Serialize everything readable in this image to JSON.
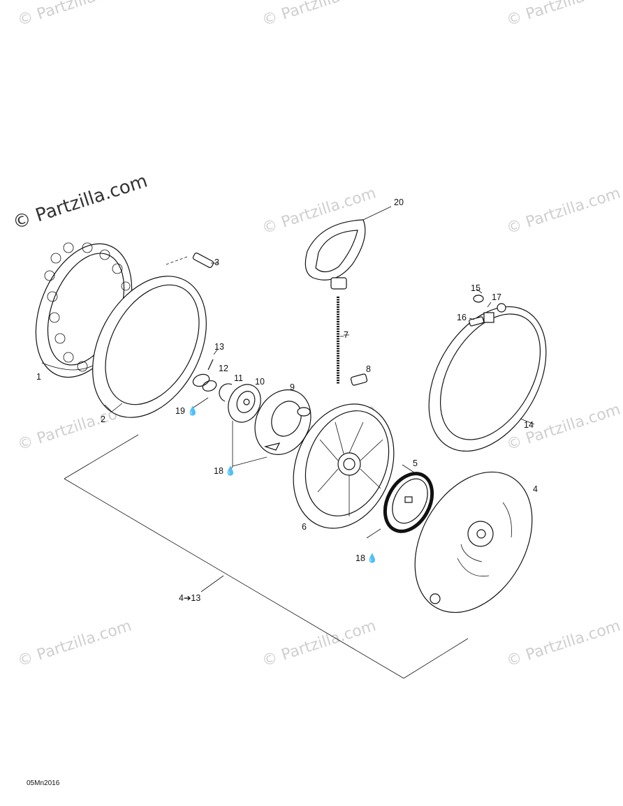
{
  "watermark": {
    "main": "© Partzilla.com",
    "repeat": "© Partzilla.com"
  },
  "callouts": {
    "c1": "1",
    "c2": "2",
    "c3": "3",
    "c4": "4",
    "c5": "5",
    "c6": "6",
    "c7": "7",
    "c8": "8",
    "c9": "9",
    "c10": "10",
    "c11": "11",
    "c12": "12",
    "c13": "13",
    "c14": "14",
    "c15": "15",
    "c16": "16",
    "c17": "17",
    "c18a": "18",
    "c18b": "18",
    "c19": "19",
    "c20": "20",
    "range": "4➔13"
  },
  "drawing_code": "05Mn2016",
  "colors": {
    "line": "#111111",
    "watermark": "#cfcfcf"
  }
}
